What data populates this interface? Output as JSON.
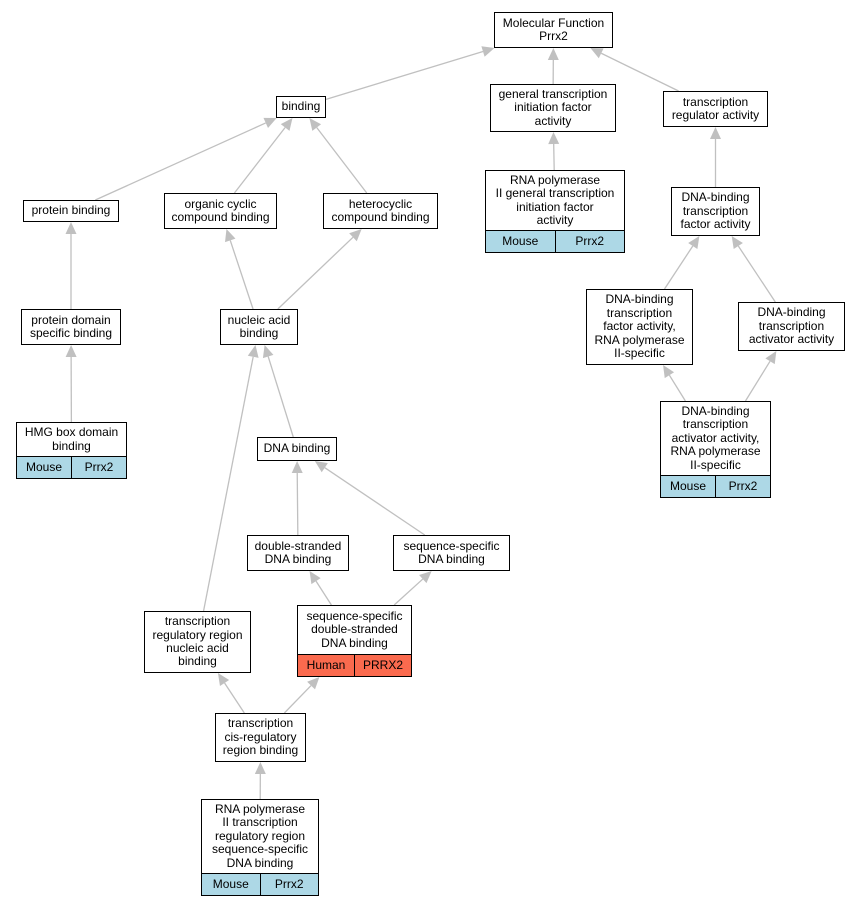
{
  "diagram": {
    "tag_colors": {
      "Mouse": "#add8e6",
      "Human": "#fa6a4e"
    },
    "edge_color": "#c0c0c0",
    "nodes": {
      "mf": {
        "label": "Molecular Function\nPrrx2"
      },
      "binding": {
        "label": "binding"
      },
      "gtifa": {
        "label": "general transcription\ninitiation factor\nactivity"
      },
      "tra": {
        "label": "transcription\nregulator activity"
      },
      "protbind": {
        "label": "protein binding"
      },
      "occb": {
        "label": "organic cyclic\ncompound binding"
      },
      "hcb": {
        "label": "heterocyclic\ncompound binding"
      },
      "rnapol_gtifa": {
        "label": "RNA polymerase\nII general transcription\ninitiation factor\nactivity",
        "tags": [
          "Mouse",
          "Prrx2"
        ]
      },
      "dbtfa": {
        "label": "DNA-binding\ntranscription\nfactor activity"
      },
      "pdsb": {
        "label": "protein domain\nspecific binding"
      },
      "nab": {
        "label": "nucleic acid\nbinding"
      },
      "dbtfa_rnap": {
        "label": "DNA-binding\ntranscription\nfactor activity,\nRNA polymerase\nII-specific"
      },
      "dbtaa": {
        "label": "DNA-binding\ntranscription\nactivator activity"
      },
      "hmg": {
        "label": "HMG box domain\nbinding",
        "tags": [
          "Mouse",
          "Prrx2"
        ]
      },
      "dnab": {
        "label": "DNA binding"
      },
      "dbtaa_rnap": {
        "label": "DNA-binding\ntranscription\nactivator activity,\nRNA polymerase\nII-specific",
        "tags": [
          "Mouse",
          "Prrx2"
        ]
      },
      "dsdb": {
        "label": "double-stranded\nDNA binding"
      },
      "ssdb": {
        "label": "sequence-specific\nDNA binding"
      },
      "trrnab": {
        "label": "transcription\nregulatory region\nnucleic acid\nbinding"
      },
      "ssdsdb": {
        "label": "sequence-specific\ndouble-stranded\nDNA binding",
        "tags": [
          "Human",
          "PRRX2"
        ]
      },
      "tcrrb": {
        "label": "transcription\ncis-regulatory\nregion binding"
      },
      "rnap_trr": {
        "label": "RNA polymerase\nII transcription\nregulatory region\nsequence-specific\nDNA binding",
        "tags": [
          "Mouse",
          "Prrx2"
        ]
      }
    },
    "edges": [
      [
        "binding",
        "mf"
      ],
      [
        "gtifa",
        "mf"
      ],
      [
        "tra",
        "mf"
      ],
      [
        "protbind",
        "binding"
      ],
      [
        "occb",
        "binding"
      ],
      [
        "hcb",
        "binding"
      ],
      [
        "rnapol_gtifa",
        "gtifa"
      ],
      [
        "dbtfa",
        "tra"
      ],
      [
        "pdsb",
        "protbind"
      ],
      [
        "nab",
        "occb"
      ],
      [
        "nab",
        "hcb"
      ],
      [
        "dbtfa_rnap",
        "dbtfa"
      ],
      [
        "dbtaa",
        "dbtfa"
      ],
      [
        "hmg",
        "pdsb"
      ],
      [
        "dnab",
        "nab"
      ],
      [
        "trrnab",
        "nab"
      ],
      [
        "dbtaa_rnap",
        "dbtfa_rnap"
      ],
      [
        "dbtaa_rnap",
        "dbtaa"
      ],
      [
        "dsdb",
        "dnab"
      ],
      [
        "ssdb",
        "dnab"
      ],
      [
        "ssdsdb",
        "dsdb"
      ],
      [
        "ssdsdb",
        "ssdb"
      ],
      [
        "tcrrb",
        "trrnab"
      ],
      [
        "tcrrb",
        "ssdsdb"
      ],
      [
        "rnap_trr",
        "tcrrb"
      ]
    ]
  }
}
